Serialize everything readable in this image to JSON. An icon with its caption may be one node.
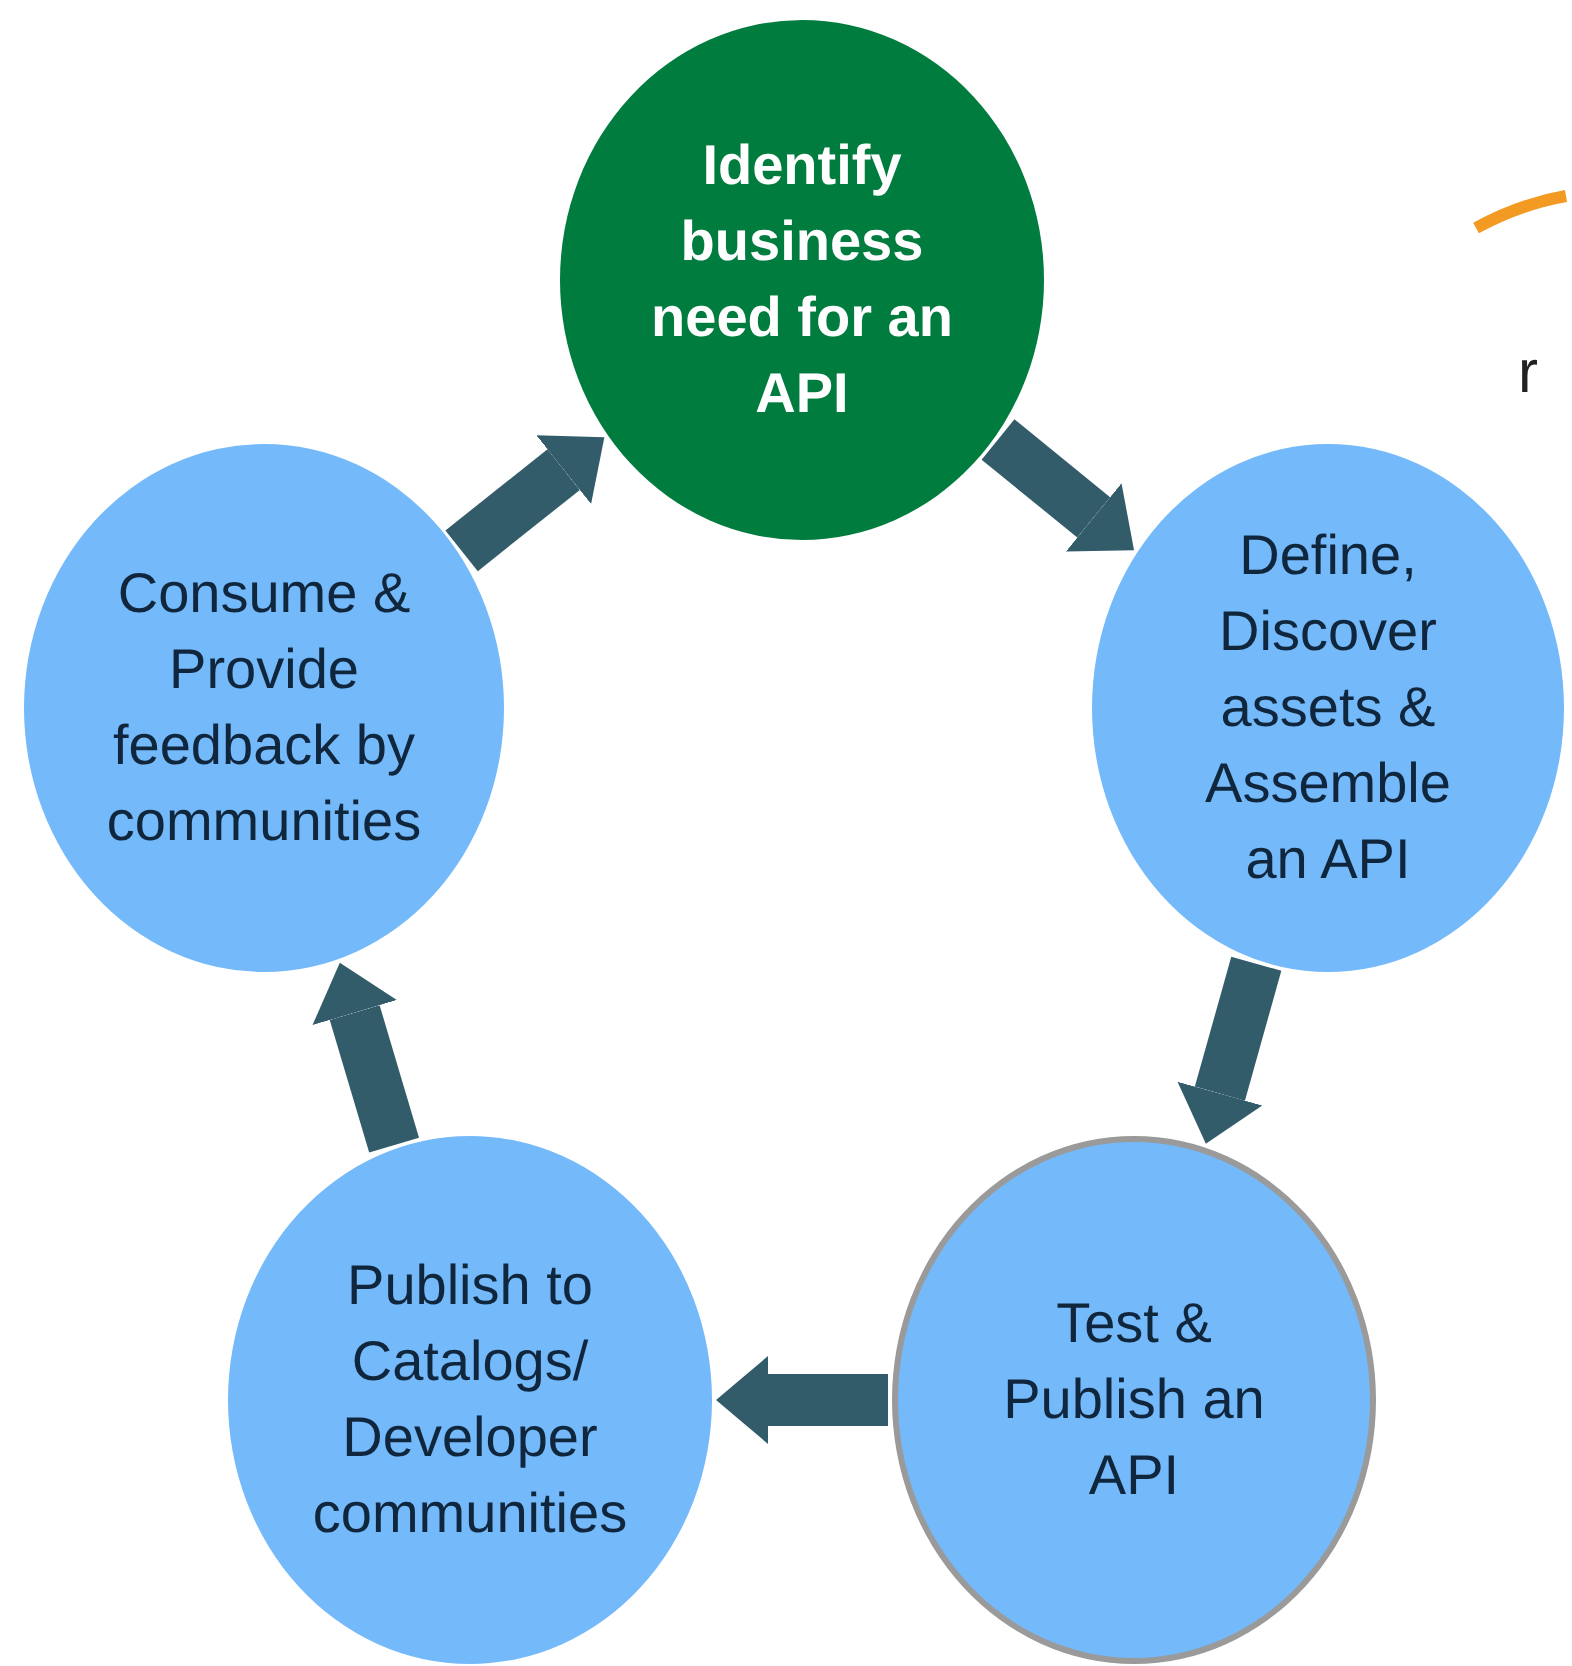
{
  "diagram": {
    "nodes": [
      {
        "text": [
          "Identify business need for an API"
        ]
      },
      {
        "text": [
          "Define, Discover assets & Assemble an API"
        ]
      },
      {
        "text": [
          "Test & Publish an API"
        ]
      },
      {
        "text": [
          "Publish to Catalogs/ Developer communities"
        ]
      },
      {
        "text": [
          "Consume & Provide feedback by communities"
        ]
      }
    ],
    "edges": [
      {
        "from": 0,
        "to": 1,
        "arrow": "to"
      },
      {
        "from": 1,
        "to": 2,
        "arrow": "to"
      },
      {
        "from": 2,
        "to": 3,
        "arrow": "to"
      },
      {
        "from": 3,
        "to": 4,
        "arrow": "to"
      },
      {
        "from": 4,
        "to": 0,
        "arrow": "to"
      }
    ],
    "labels": [
      "r"
    ]
  }
}
